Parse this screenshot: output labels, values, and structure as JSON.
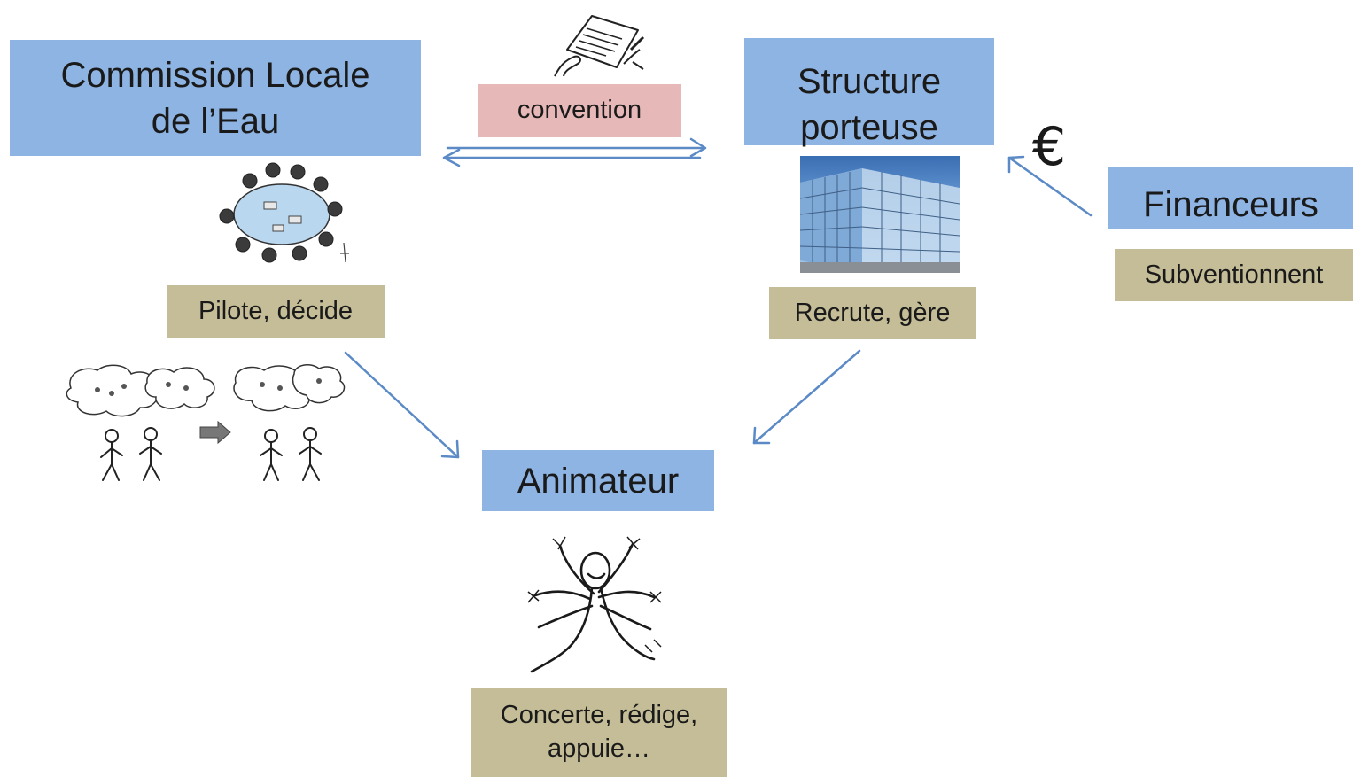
{
  "nodes": {
    "cle": {
      "label_line1": "Commission Locale",
      "label_line2": "de l’Eau"
    },
    "structure": {
      "label_line1": "Structure",
      "label_line2": "porteuse"
    },
    "financeurs": {
      "label": "Financeurs"
    },
    "animateur": {
      "label": "Animateur"
    }
  },
  "roles": {
    "cle": "Pilote, décide",
    "structure": "Recrute, gère",
    "financeurs": "Subventionnent",
    "animateur_line1": "Concerte, rédige,",
    "animateur_line2": "appuie…"
  },
  "links": {
    "convention": "convention",
    "funding_symbol": "€"
  },
  "colors": {
    "node_fill": "#8eb4e3",
    "role_fill": "#c4bd97",
    "convention_fill": "#e6b9b8",
    "arrow": "#5b8ac6"
  },
  "illustrations": {
    "contract": "contract-signing-illustration",
    "meeting": "round-table-meeting-illustration",
    "building": "glass-office-building-photo",
    "discussion": "people-thinking-illustration",
    "animator": "juggling-person-illustration"
  }
}
